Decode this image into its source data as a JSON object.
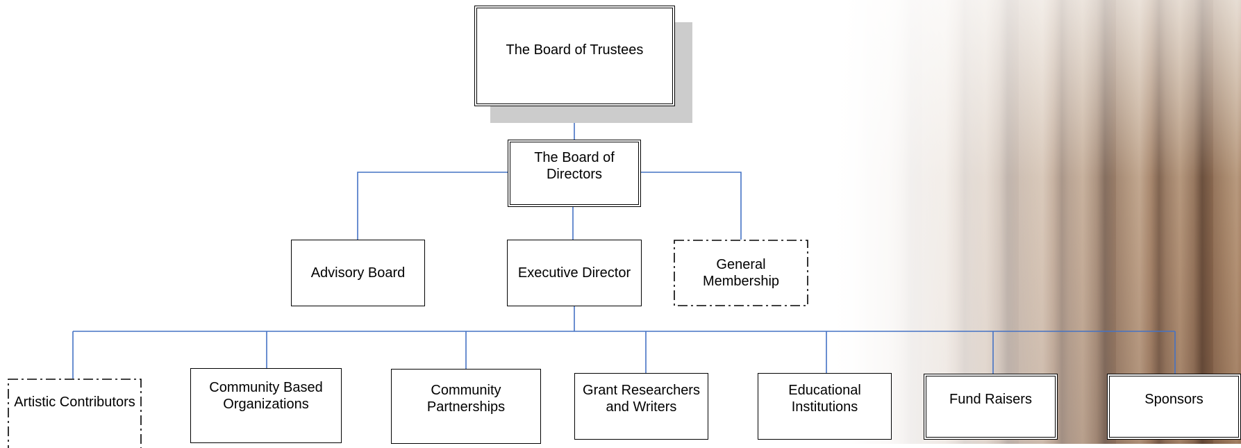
{
  "org_chart": {
    "top": "The Board of Trustees",
    "directors": "The Board of\nDirectors",
    "advisory": "Advisory Board",
    "executive": "Executive Director",
    "membership": "General\nMembership",
    "bottom": [
      "Artistic Contributors",
      "Community Based\nOrganizations",
      "Community\nPartnerships",
      "Grant Researchers\nand Writers",
      "Educational\nInstitutions",
      "Fund Raisers",
      "Sponsors"
    ]
  },
  "colors": {
    "connector": "#4472c4",
    "shadow": "#cccccc",
    "border": "#000000"
  },
  "icons": [
    "classical-columns-photo"
  ]
}
